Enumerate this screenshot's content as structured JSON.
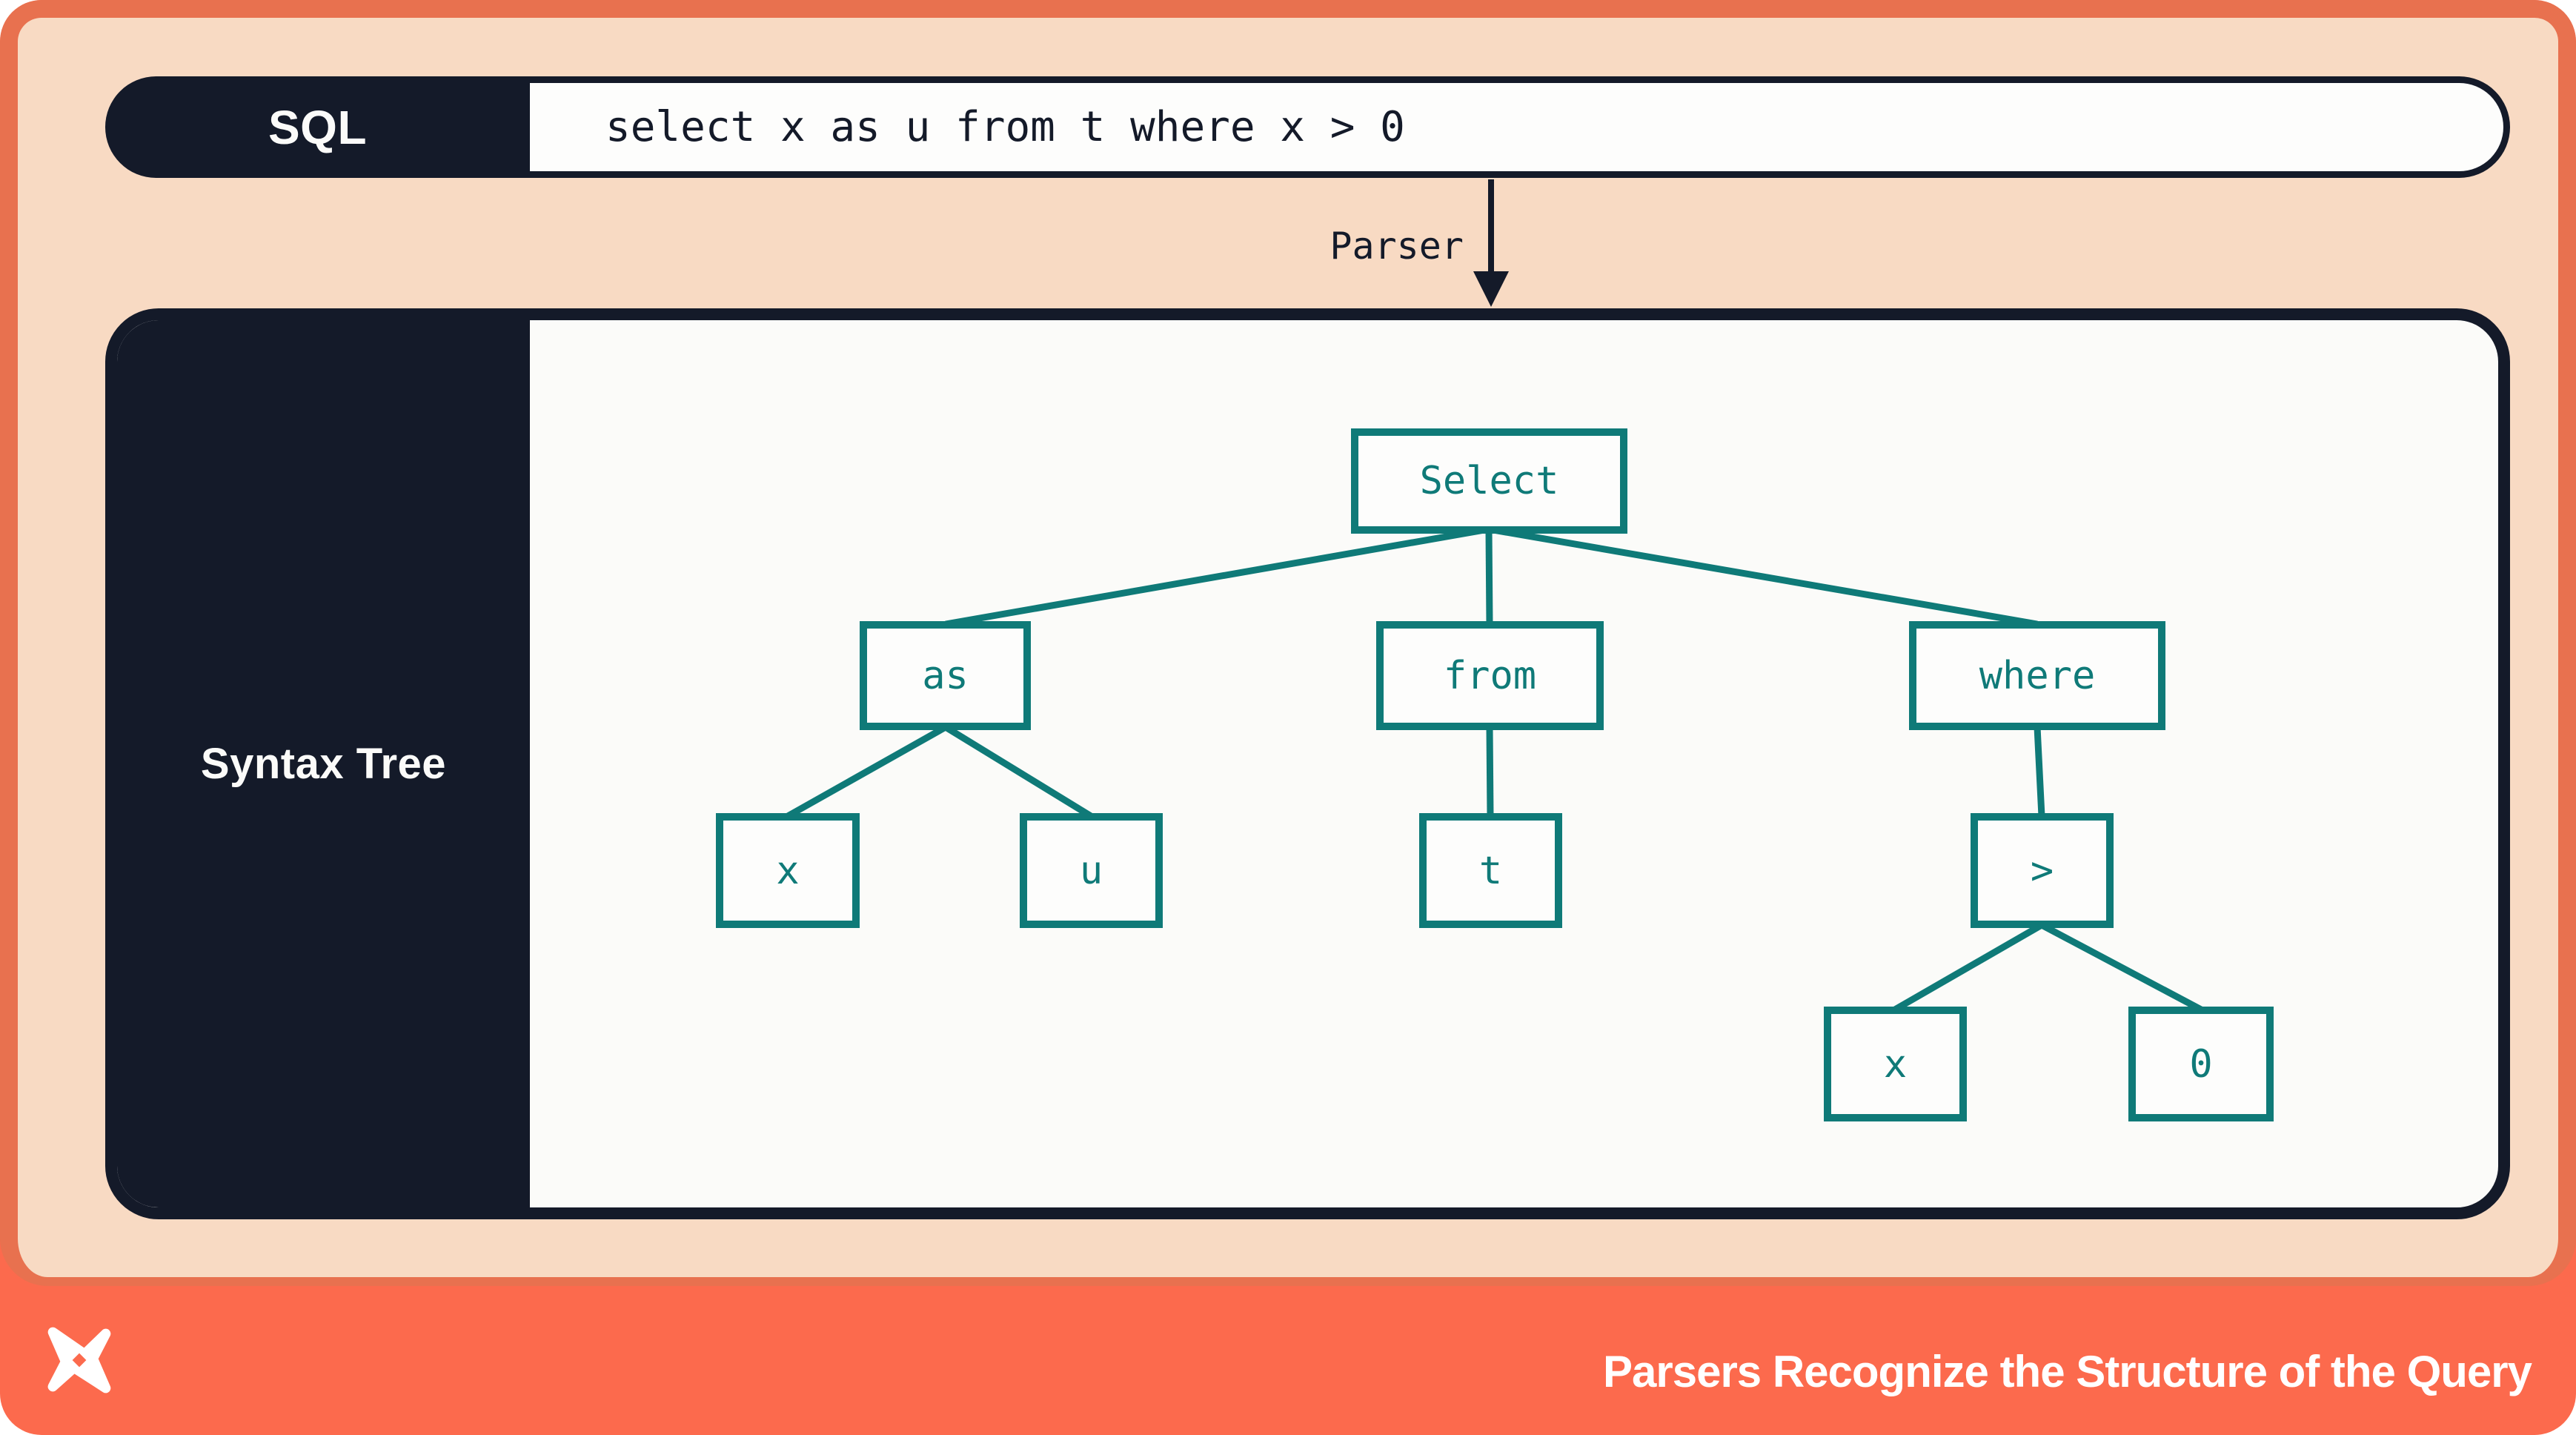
{
  "slide": {
    "sql_bar": {
      "label": "SQL",
      "query": "select x as u from t where x > 0"
    },
    "parser_label": "Parser",
    "tree_panel": {
      "label": "Syntax Tree"
    },
    "tree": {
      "nodes": [
        {
          "label": "Select"
        },
        {
          "label": "as"
        },
        {
          "label": "from"
        },
        {
          "label": "where"
        },
        {
          "label": "x"
        },
        {
          "label": "u"
        },
        {
          "label": "t"
        },
        {
          "label": ">"
        },
        {
          "label": "x"
        },
        {
          "label": "0"
        }
      ],
      "edges": [
        [
          "Select",
          "as"
        ],
        [
          "Select",
          "from"
        ],
        [
          "Select",
          "where"
        ],
        [
          "as",
          "x"
        ],
        [
          "as",
          "u"
        ],
        [
          "from",
          "t"
        ],
        [
          "where",
          ">"
        ],
        [
          ">",
          "x"
        ],
        [
          ">",
          "0"
        ]
      ]
    },
    "footer": {
      "title": "Parsers Recognize the Structure of the Query",
      "logo": "dolt-logo"
    },
    "colors": {
      "orange": "#FC6A4D",
      "orange_muted": "#E8714F",
      "peach": "#F8DAC3",
      "navy": "#141A29",
      "teal": "#0F7A78",
      "panel_white": "#FBFBF9"
    }
  }
}
